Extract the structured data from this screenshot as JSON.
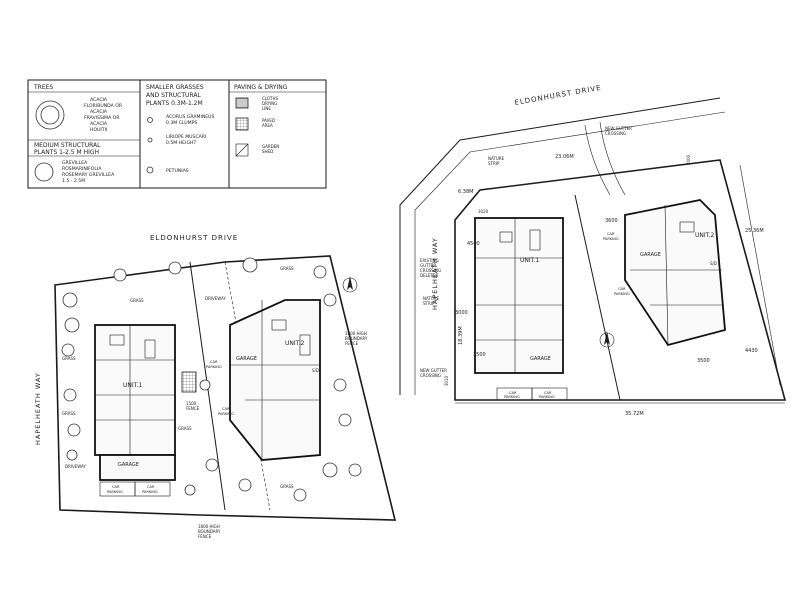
{
  "legend": {
    "trees": {
      "header": "TREES",
      "item_label": [
        "ACACIA",
        "FLORIBUNDA OR",
        "ACACIA",
        "FRAVISSIMA OR",
        "ACACIA",
        "HOUITII"
      ]
    },
    "medium": {
      "header": [
        "MEDIUM STRUCTURAL",
        "PLANTS 1-2.5 M HIGH"
      ],
      "item_label": [
        "GREVILLEA",
        "ROSMARINIFOLIA",
        "ROSEMARY GREVILLEA",
        "1.5 - 2.5M"
      ]
    },
    "grasses": {
      "header": [
        "SMALLER GRASSES",
        "AND STRUCTURAL",
        "PLANTS 0.3M-1.2M"
      ],
      "items": [
        [
          "ACORUS GRAMINEUS",
          "0.3M CLUMPS"
        ],
        [
          "LIRIOPE MUSCARI",
          "0.5M HEIGHT"
        ],
        [
          "PETUNIAS"
        ]
      ]
    },
    "paving": {
      "header": "PAVING & DRYING",
      "items": [
        [
          "CLOTHS",
          "DRYING",
          "LINE"
        ],
        [
          "PAVED",
          "AREA"
        ],
        [
          "GARDEN",
          "SHED"
        ]
      ]
    }
  },
  "left_plan": {
    "street": "ELDONHURST DRIVE",
    "side_street": "HAPELHEATH WAY",
    "labels": {
      "grass": "GRASS",
      "driveway": "DRIVEWAY",
      "unit1": "UNIT.1",
      "unit2": "UNIT.2",
      "garage": "GARAGE",
      "car_parking": [
        "CAR",
        "PARKING"
      ],
      "fence": [
        "1800 HIGH",
        "BOUNDARY",
        "FENCE"
      ],
      "inner_fence": [
        "1500",
        "FENCE"
      ],
      "sd": "S/D"
    }
  },
  "right_plan": {
    "street": "ELDONHURST DRIVE",
    "side_street": "HAPELHEATH WAY",
    "labels": {
      "new_gutter": [
        "NEW GUTTER",
        "CROSSING"
      ],
      "nature_strip": [
        "NATURE",
        "STRIP"
      ],
      "existing_gutter": [
        "EXISTING",
        "GUTTER",
        "CROSSING",
        "DELETED"
      ],
      "unit1": "UNIT.1",
      "unit2": "UNIT.2",
      "garage": "GARAGE",
      "car_parking": [
        "CAR",
        "PARKING"
      ],
      "sd": "S/D"
    },
    "dims": {
      "front": "23.06M",
      "rear": "35.72M",
      "left_side": "18.39M",
      "right_side": "25.36M",
      "corner": "6.38M",
      "d4500": "4500",
      "d3000": "3000",
      "d3500": "3500",
      "d3600": "3600",
      "d4430": "4430",
      "d3010": "3010",
      "d3500b": "3500",
      "d3020": "3020",
      "d2000": "2000"
    }
  }
}
